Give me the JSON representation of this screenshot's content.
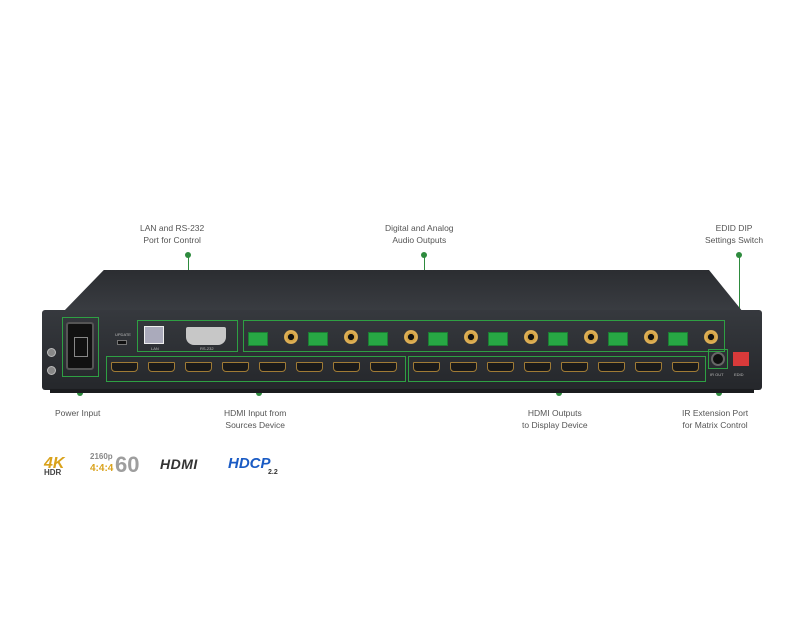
{
  "callouts": {
    "lan_rs232": [
      "LAN and RS-232",
      "Port for Control"
    ],
    "audio": [
      "Digital and Analog",
      "Audio Outputs"
    ],
    "edid": [
      "EDID DIP",
      "Settings Switch"
    ],
    "power": [
      "Power Input"
    ],
    "hdmi_in": [
      "HDMI Input from",
      "Sources Device"
    ],
    "hdmi_out": [
      "HDMI Outputs",
      "to Display Device"
    ],
    "ir": [
      "IR Extension Port",
      "for Matrix Control"
    ]
  },
  "ports": {
    "update": "UPDATE",
    "lan": "LAN",
    "rs232": "RS-232",
    "ir_out": "IR OUT",
    "edid": "EDID"
  },
  "logos": {
    "k4": "4K",
    "hdr": "HDR",
    "res": "2160p",
    "chroma": "4:4:4",
    "fps": "60",
    "hdmi": "HDMI",
    "hdcp": "HDCP",
    "hdcp_ver": "2.2"
  },
  "colors": {
    "accent": "#2e8b3e",
    "device": "#2f3136",
    "gold": "#d9a21b",
    "hdcp_blue": "#1a5bc4"
  }
}
